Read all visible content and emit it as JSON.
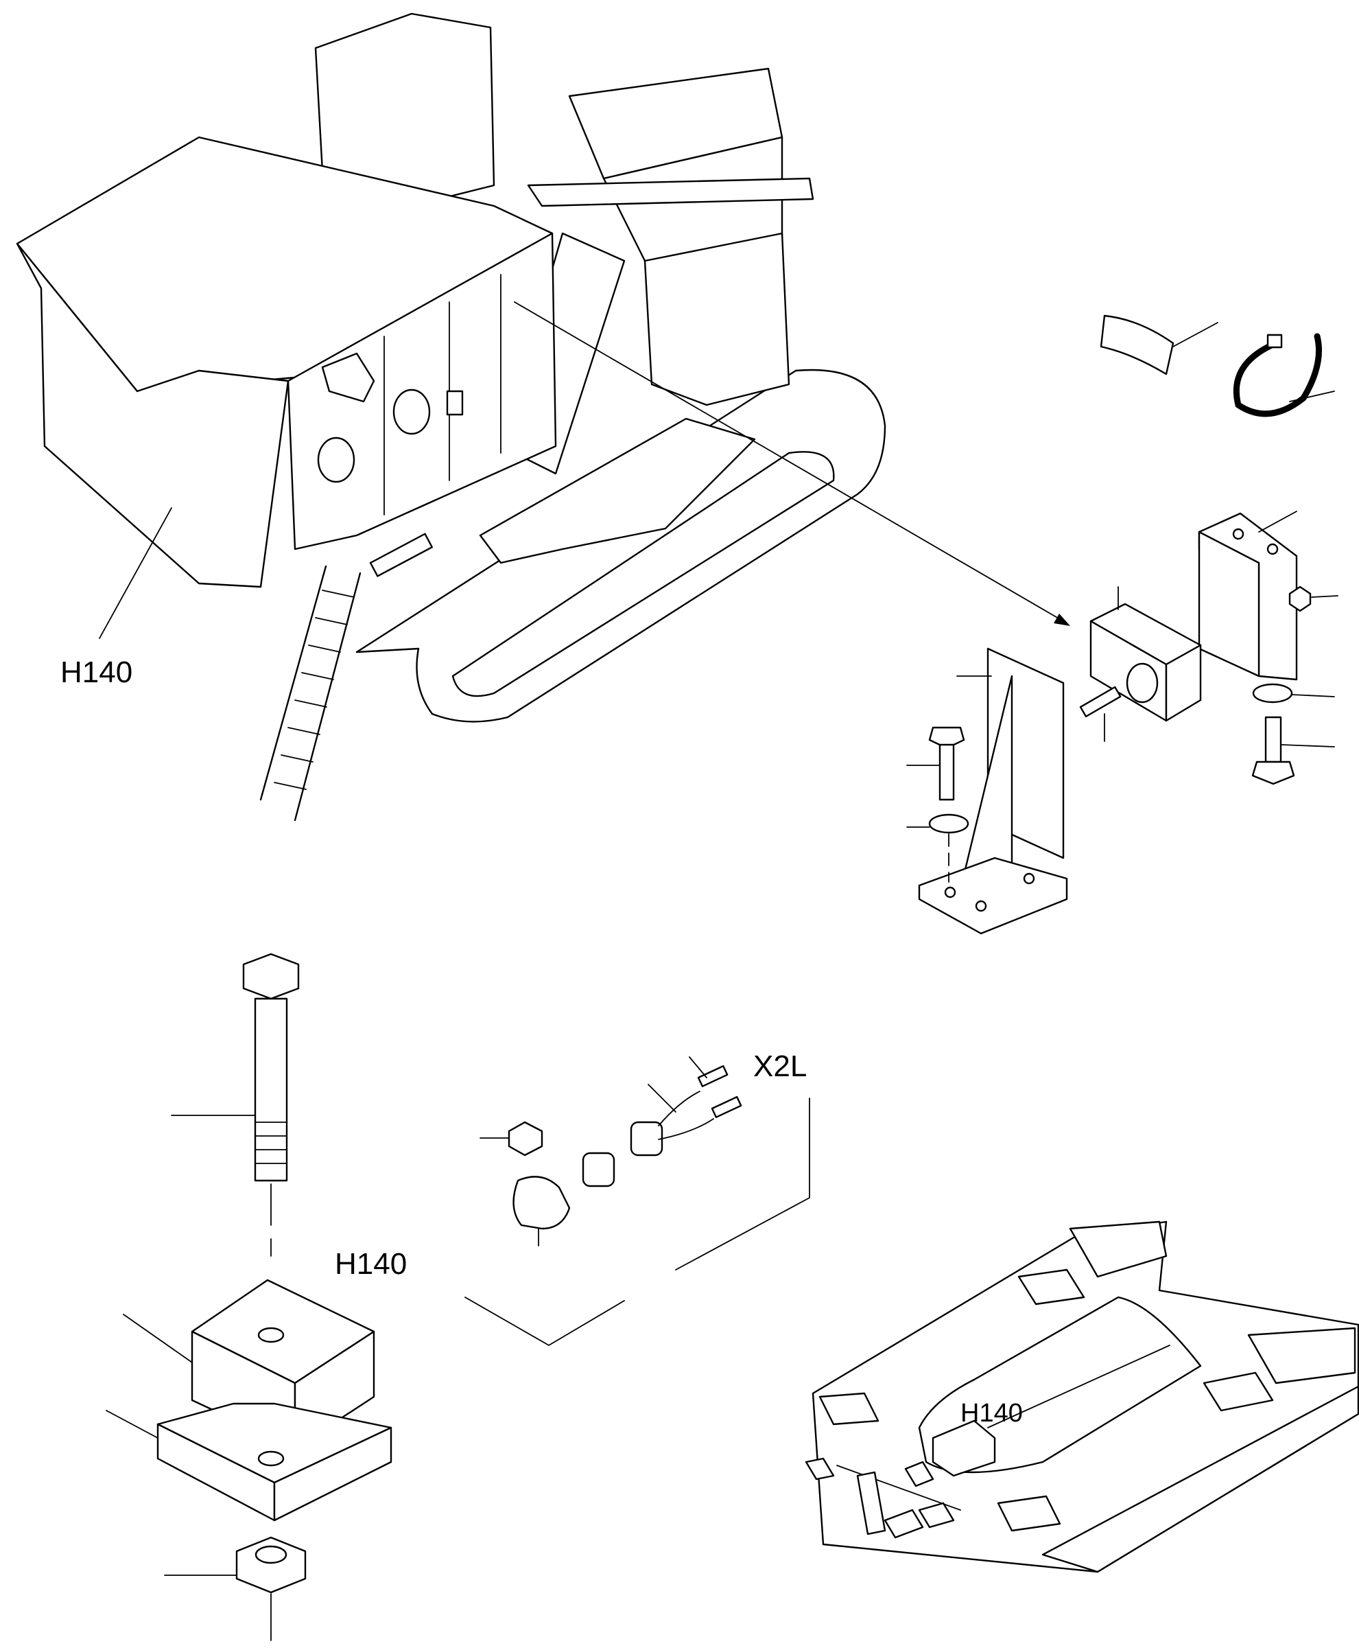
{
  "callouts": {
    "machine_ref": "H140",
    "mount_ref": "H140",
    "connector_ref": "X2L",
    "frame_ref": "H140"
  },
  "colors": {
    "line": "#000000",
    "background": "#ffffff"
  }
}
